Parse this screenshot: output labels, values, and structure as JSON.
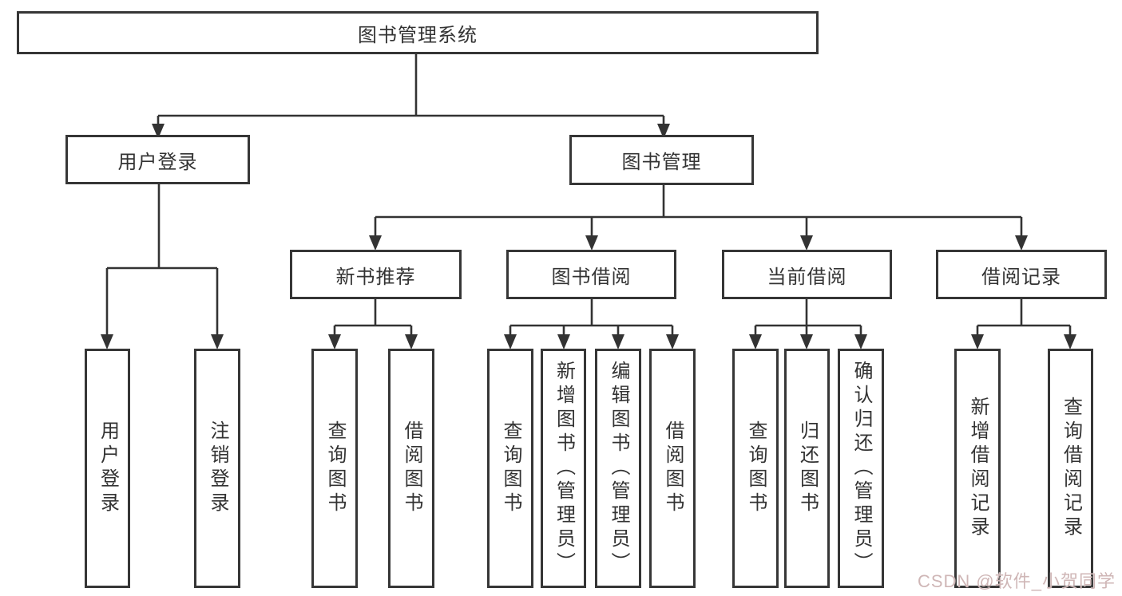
{
  "diagram": {
    "root": {
      "label": "图书管理系统"
    },
    "level2": [
      {
        "id": "user-login",
        "label": "用户登录"
      },
      {
        "id": "book-management",
        "label": "图书管理"
      }
    ],
    "level3": [
      {
        "id": "new-book-recommend",
        "label": "新书推荐"
      },
      {
        "id": "book-borrowing",
        "label": "图书借阅"
      },
      {
        "id": "current-borrowing",
        "label": "当前借阅"
      },
      {
        "id": "borrowing-records",
        "label": "借阅记录"
      }
    ],
    "leaves": {
      "user_login": "用户登录",
      "logout": "注销登录",
      "rec_query_books": "查询图书",
      "rec_borrow_books": "借阅图书",
      "bor_query_books": "查询图书",
      "bor_add_books_admin": "新增图书（管理员）",
      "bor_edit_books_admin": "编辑图书（管理员）",
      "bor_borrow_books": "借阅图书",
      "cur_query_books": "查询图书",
      "cur_return_books": "归还图书",
      "cur_confirm_return_admin": "确认归还（管理员）",
      "log_add_record": "新增借阅记录",
      "log_query_record": "查询借阅记录"
    }
  },
  "watermark": {
    "text": "CSDN @软件_小贺同学",
    "color": "#cfb6b6"
  },
  "colors": {
    "line": "#333333",
    "box_border": "#363636",
    "text": "#333333",
    "background": "#ffffff"
  }
}
